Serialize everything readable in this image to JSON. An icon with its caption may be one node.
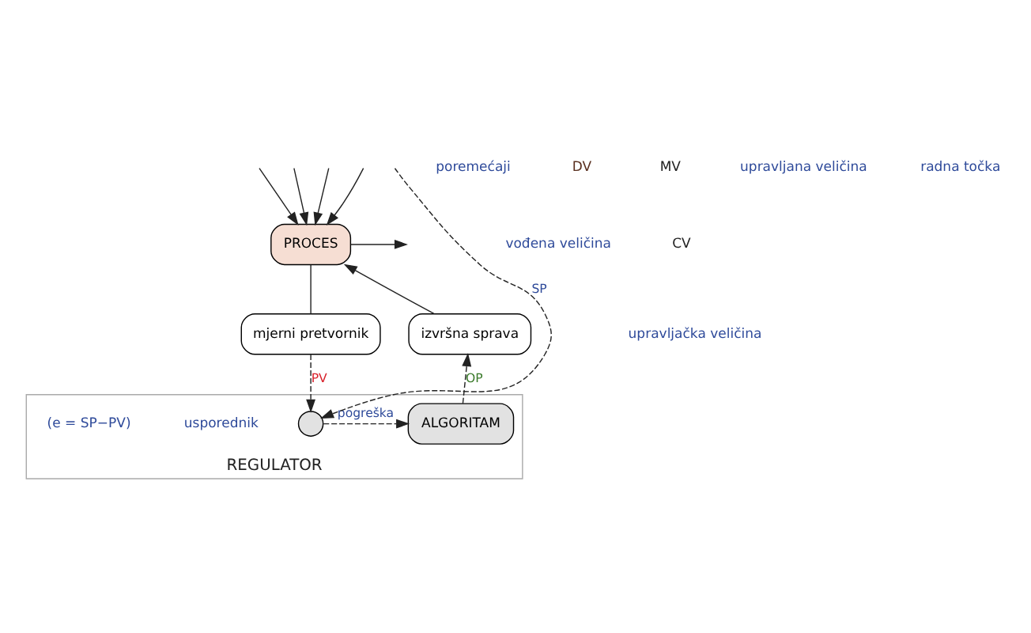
{
  "diagram": {
    "nodes": [
      {
        "text": [
          "REGULATOR"
        ]
      },
      {
        "text": [
          "PROCES"
        ]
      },
      {
        "text": [
          "izvršna sprava"
        ]
      },
      {
        "text": [
          "mjerni pretvornik"
        ]
      },
      {
        "text": [
          "ALGORITAM"
        ],
        "in": 0
      },
      {
        "text": [],
        "shape": "circle",
        "in": 0,
        "beside": [
          "usporednik"
        ]
      }
    ],
    "edges": [
      {
        "from": null,
        "to": 1,
        "arrow": "to"
      },
      {
        "from": 2,
        "to": 1,
        "arrow": "to"
      },
      {
        "from": null,
        "to": 1,
        "arrow": "to"
      },
      {
        "from": null,
        "to": 1,
        "arrow": "to"
      },
      {
        "from": null,
        "to": 1,
        "arrow": "to"
      },
      {
        "from": 1,
        "to": null,
        "arrow": "to"
      },
      {
        "from": 1,
        "to": 3,
        "arrow": "none"
      },
      {
        "from": 3,
        "to": 5,
        "arrow": "to",
        "style": "dashed",
        "label": "PV"
      },
      {
        "from": 5,
        "to": 4,
        "arrow": "to",
        "style": "dashed",
        "label": "pogreška"
      },
      {
        "from": 4,
        "to": 2,
        "arrow": "to",
        "style": "dashed",
        "label": "OP"
      },
      {
        "from": null,
        "to": 5,
        "arrow": "to",
        "style": "dashed",
        "label": "SP"
      }
    ],
    "labels": [
      "poremećaji",
      "DV",
      "MV",
      "upravljana veličina",
      "vođena veličina",
      "CV",
      "upravljačka veličina",
      "(e = SP−PV)",
      "radna točka"
    ]
  }
}
